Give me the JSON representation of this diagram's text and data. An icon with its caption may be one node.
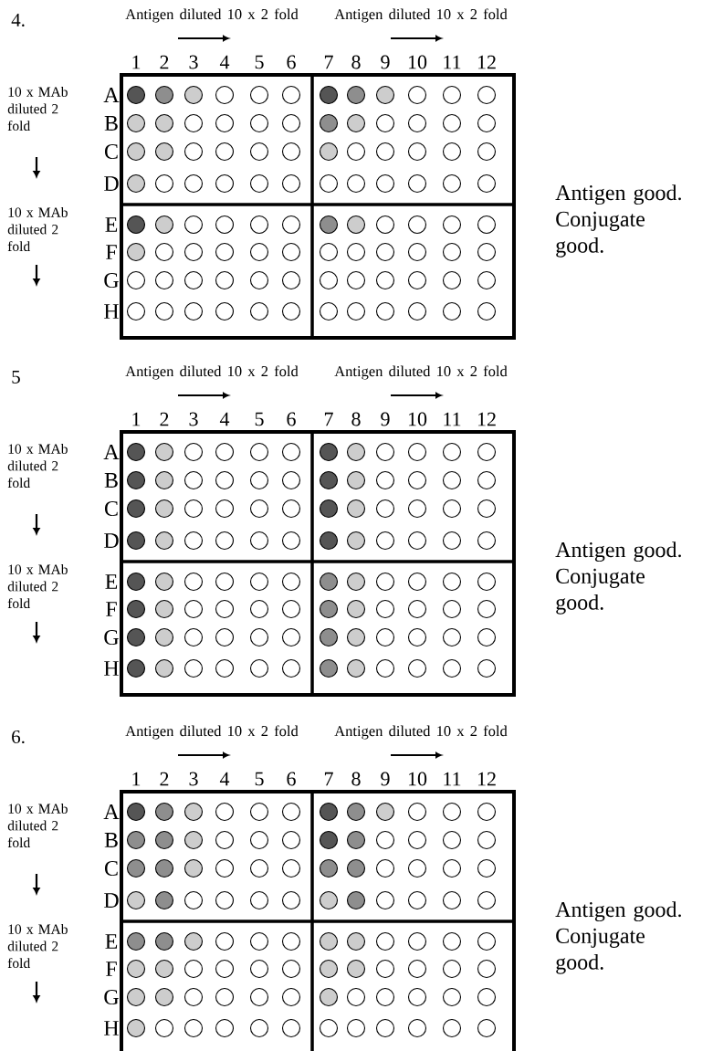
{
  "diagram": {
    "labels": [
      "4.",
      "Antigen diluted 10 x 2 fold",
      "Antigen diluted 10 x 2 fold",
      "1",
      "2",
      "3",
      "4",
      "5",
      "6",
      "7",
      "8",
      "9",
      "10",
      "11",
      "12",
      "10 x MAb diluted 2 fold",
      "A",
      "B",
      "C",
      "D",
      "10 x MAb diluted 2 fold",
      "E",
      "F",
      "G",
      "H",
      "Antigen good. Conjugate good.",
      "5",
      "Antigen diluted 10 x 2 fold",
      "Antigen diluted 10 x 2 fold",
      "1",
      "2",
      "3",
      "4",
      "5",
      "6",
      "7",
      "8",
      "9",
      "10",
      "11",
      "12",
      "10 x MAb diluted 2 fold",
      "A",
      "B",
      "C",
      "D",
      "10 x MAb diluted 2 fold",
      "E",
      "F",
      "G",
      "H",
      "Antigen good. Conjugate good.",
      "6.",
      "Antigen diluted 10 x 2 fold",
      "Antigen diluted 10 x 2 fold",
      "1",
      "2",
      "3",
      "4",
      "5",
      "6",
      "7",
      "8",
      "9",
      "10",
      "11",
      "12",
      "10 x MAb diluted 2 fold",
      "A",
      "B",
      "C",
      "D",
      "10 x MAb diluted 2 fold",
      "E",
      "F",
      "G",
      "H",
      "Antigen good. Conjugate good."
    ]
  }
}
